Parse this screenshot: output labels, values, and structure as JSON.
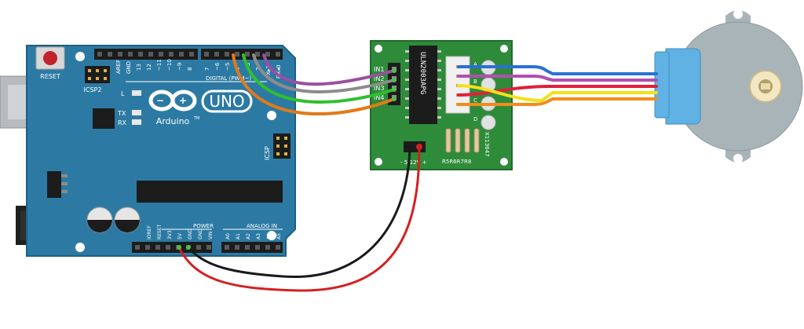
{
  "arduino": {
    "reset_label": "RESET",
    "icsp2_label": "ICSP2",
    "icsp_label": "ICSP",
    "digital_label": "DIGITAL (PWM~)",
    "aref_label": "AREF",
    "gnd_label": "GND",
    "digital_pins": [
      "13",
      "12",
      "~11",
      "~10",
      "~9",
      "8",
      "7",
      "~6",
      "~5",
      "4",
      "~3",
      "2",
      "TX▸1",
      "RX◂0"
    ],
    "uno_label": "UNO",
    "brand_label": "Arduino",
    "tm_label": "TM",
    "l_label": "L",
    "tx_label": "TX",
    "rx_label": "RX",
    "power_label": "POWER",
    "analog_label": "ANALOG IN",
    "power_pins": [
      "IOREF",
      "RESET",
      "3V3",
      "5V",
      "GND",
      "GND",
      "VIN"
    ],
    "analog_pins": [
      "A0",
      "A1",
      "A2",
      "A3",
      "A4",
      "A5"
    ],
    "board_color": "#2c7aa3"
  },
  "driver": {
    "chip_label": "ULN2003APG",
    "inputs": [
      "IN1",
      "IN2",
      "IN3",
      "IN4"
    ],
    "leds": [
      "A",
      "B",
      "C",
      "D"
    ],
    "resistor_label": "R5R6R7R8",
    "side_label": "X113647",
    "power_label": "- 5-12V +",
    "board_color": "#2e8b3a"
  },
  "wires": {
    "signal_colors": [
      "#9b4fa0",
      "#8c8c8c",
      "#2fbf2f",
      "#e07a1a"
    ],
    "motor_colors": [
      "#2a6fd6",
      "#b04fb0",
      "#e0203a",
      "#f2e21a",
      "#f28c1a"
    ],
    "ground_color": "#1a1a1a",
    "power_color": "#d42020"
  },
  "motor": {
    "body_color": "#a8b4b8",
    "cap_color": "#5fb2e3"
  }
}
